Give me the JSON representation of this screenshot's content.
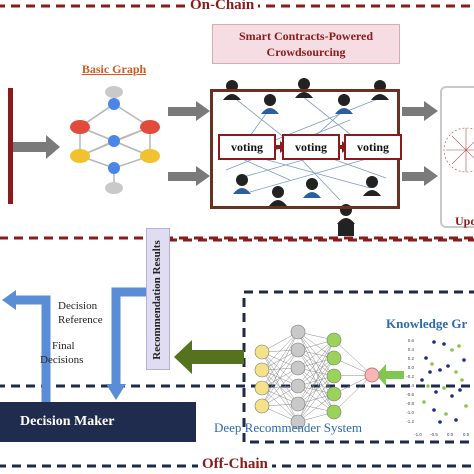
{
  "sections": {
    "on_chain": "On-Chain",
    "off_chain": "Off-Chain"
  },
  "graph": {
    "label": "Basic Graph"
  },
  "crowdsourcing": {
    "title": "Smart Contracts-Powered Crowdsourcing",
    "title_line1": "Smart Contracts-Powered",
    "title_line2": "Crowdsourcing",
    "votes": [
      "voting",
      "voting",
      "voting"
    ]
  },
  "updated": {
    "label_fragment": "Upd"
  },
  "recommendation": {
    "label": "Recommendation Results"
  },
  "decision": {
    "reference_line1": "Decision",
    "reference_line2": "Reference",
    "final_line1": "Final",
    "final_line2": "Decisions",
    "maker": "Decision Maker"
  },
  "recommender": {
    "label": "Deep Recommender System"
  },
  "knowledge": {
    "label_fragment": "Knowledge Gr",
    "y_ticks": [
      "0.6",
      "0.4",
      "0.2",
      "0.0",
      "-0.2",
      "-0.4",
      "-0.6",
      "-0.8",
      "-1.0",
      "-1.2"
    ],
    "x_ticks": [
      "-1.0",
      "-0.5",
      "0.0",
      "0.5"
    ]
  },
  "colors": {
    "on_chain_border": "#8b1a1a",
    "off_chain_border": "#1d2a48",
    "dark_red": "#8b1a1a",
    "navy": "#202c4e",
    "accent_blue": "#2d6ab0",
    "arrow_gray": "#777777",
    "arrow_green": "#55721f",
    "arrow_blue": "#5b8dd6"
  }
}
